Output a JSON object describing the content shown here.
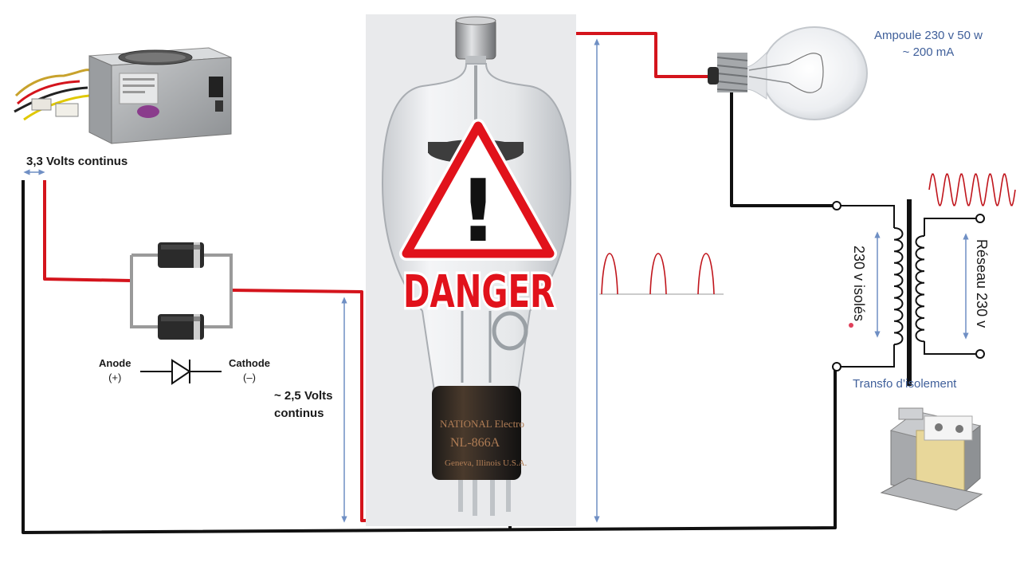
{
  "labels": {
    "psu_voltage": "3,3 Volts continus",
    "filament_voltage_line1": "~ 2,5 Volts",
    "filament_voltage_line2": "continus",
    "anode": "Anode",
    "anode_sign": "(+)",
    "cathode": "Cathode",
    "cathode_sign": "(–)",
    "bulb_line1": "Ampoule 230 v 50 w",
    "bulb_line2": "~ 200 mA",
    "secondary": "230 v isolés",
    "mains": "Réseau 230 v",
    "transformer": "Transfo d’isolement",
    "danger": "DANGER",
    "exclamation": "!",
    "tube_brand": "NATIONAL Electro",
    "tube_model": "NL-866A",
    "tube_city": "Geneva, Illinois U.S.A."
  },
  "colors": {
    "wire_red": "#d4141c",
    "wire_black": "#111111",
    "arrow_blue": "#6f8fc4",
    "label_blue": "#3f5f9a",
    "danger_red": "#e1121b"
  }
}
